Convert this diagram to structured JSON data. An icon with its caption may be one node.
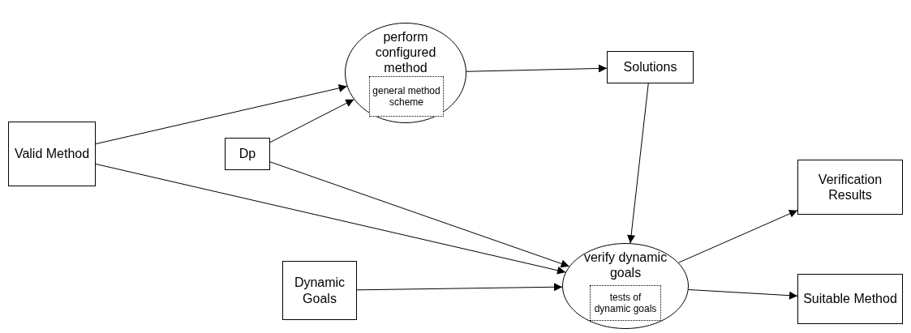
{
  "diagram": {
    "nodes": [
      {
        "text": [
          "Valid Method"
        ]
      },
      {
        "text": [
          "perform configured method"
        ]
      },
      {
        "text": [
          "general method scheme"
        ],
        "in": 1
      },
      {
        "text": [
          "Solutions"
        ]
      },
      {
        "text": [
          "Dp"
        ]
      },
      {
        "text": [
          "verify dynamic goals"
        ]
      },
      {
        "text": [
          "tests of dynamic goals"
        ],
        "in": 5
      },
      {
        "text": [
          "Dynamic Goals"
        ]
      },
      {
        "text": [
          "Verification Results"
        ]
      },
      {
        "text": [
          "Suitable Method"
        ]
      }
    ],
    "edges": [
      {
        "from": 0,
        "to": 1,
        "arrow": "to"
      },
      {
        "from": 4,
        "to": 1,
        "arrow": "to"
      },
      {
        "from": 1,
        "to": 3,
        "arrow": "to"
      },
      {
        "from": 0,
        "to": 5,
        "arrow": "to"
      },
      {
        "from": 4,
        "to": 5,
        "arrow": "to"
      },
      {
        "from": 3,
        "to": 5,
        "arrow": "to"
      },
      {
        "from": 7,
        "to": 5,
        "arrow": "to"
      },
      {
        "from": 5,
        "to": 8,
        "arrow": "to"
      },
      {
        "from": 5,
        "to": 9,
        "arrow": "to"
      }
    ]
  }
}
